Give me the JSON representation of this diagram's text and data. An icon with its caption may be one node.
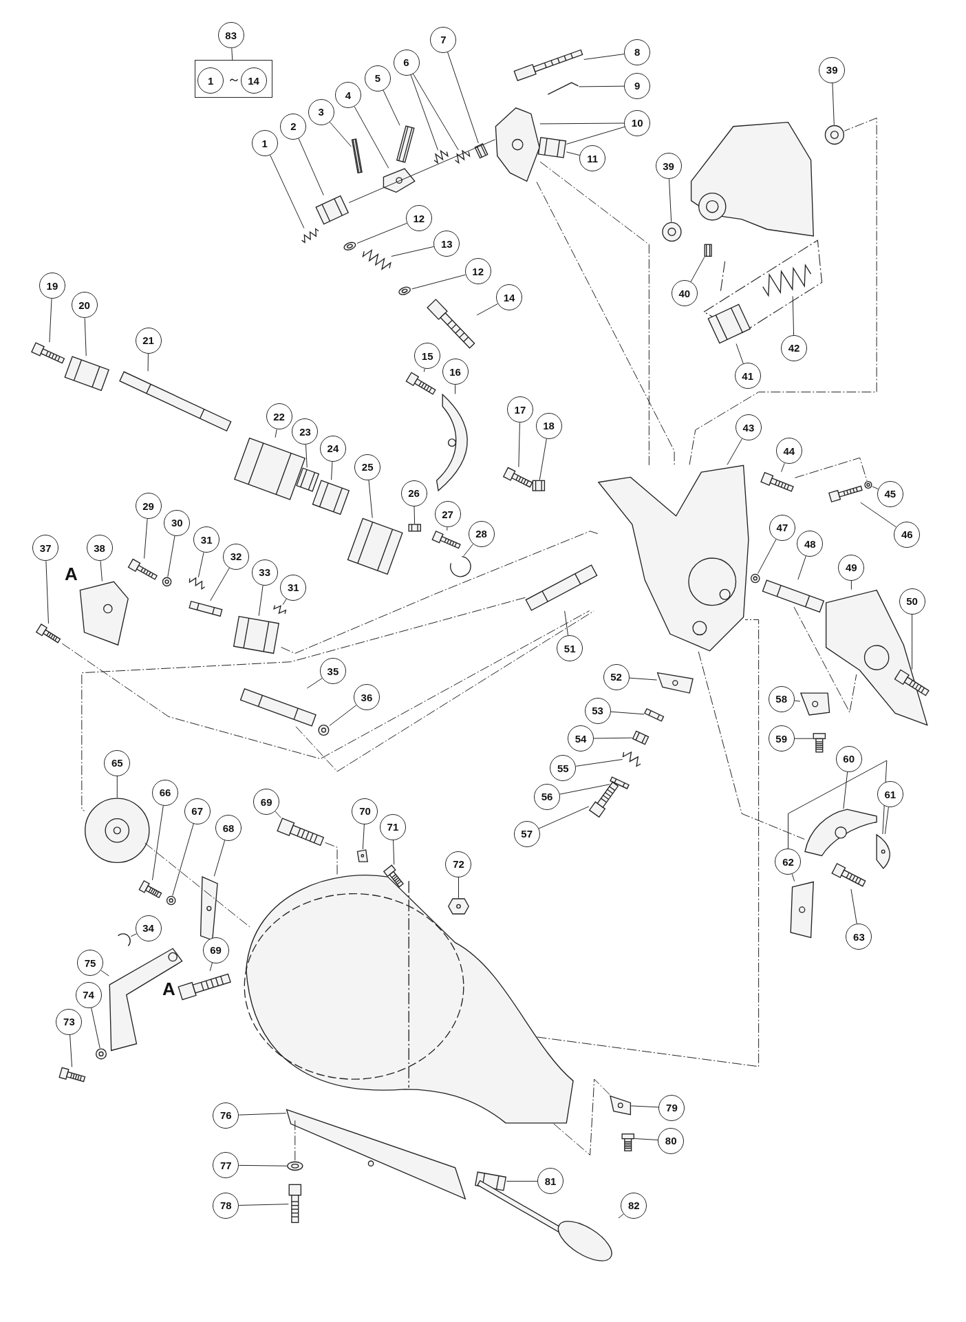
{
  "diagram": {
    "nodes": [
      {
        "text": [
          "83"
        ]
      },
      {
        "text": [
          "～"
        ]
      },
      {
        "text": [
          "1"
        ],
        "in": 1
      },
      {
        "text": [
          "14"
        ],
        "in": 1
      },
      {
        "text": [
          "1"
        ]
      },
      {
        "text": [
          "2"
        ]
      },
      {
        "text": [
          "3"
        ]
      },
      {
        "text": [
          "4"
        ]
      },
      {
        "text": [
          "5"
        ]
      },
      {
        "text": [
          "6"
        ]
      },
      {
        "text": [
          "7"
        ]
      },
      {
        "text": [
          "8"
        ]
      },
      {
        "text": [
          "9"
        ]
      },
      {
        "text": [
          "10"
        ]
      },
      {
        "text": [
          "11"
        ]
      },
      {
        "text": [
          "12"
        ]
      },
      {
        "text": [
          "13"
        ]
      },
      {
        "text": [
          "12"
        ]
      },
      {
        "text": [
          "14"
        ]
      },
      {
        "text": [
          "39"
        ]
      },
      {
        "text": [
          "39"
        ]
      },
      {
        "text": [
          "40"
        ]
      },
      {
        "text": [
          "41"
        ]
      },
      {
        "text": [
          "42"
        ]
      },
      {
        "text": [
          "19"
        ]
      },
      {
        "text": [
          "20"
        ]
      },
      {
        "text": [
          "21"
        ]
      },
      {
        "text": [
          "15"
        ]
      },
      {
        "text": [
          "16"
        ]
      },
      {
        "text": [
          "17"
        ]
      },
      {
        "text": [
          "18"
        ]
      },
      {
        "text": [
          "43"
        ]
      },
      {
        "text": [
          "44"
        ]
      },
      {
        "text": [
          "22"
        ]
      },
      {
        "text": [
          "23"
        ]
      },
      {
        "text": [
          "24"
        ]
      },
      {
        "text": [
          "25"
        ]
      },
      {
        "text": [
          "26"
        ]
      },
      {
        "text": [
          "27"
        ]
      },
      {
        "text": [
          "28"
        ]
      },
      {
        "text": [
          "45"
        ]
      },
      {
        "text": [
          "46"
        ]
      },
      {
        "text": [
          "29"
        ]
      },
      {
        "text": [
          "30"
        ]
      },
      {
        "text": [
          "31"
        ]
      },
      {
        "text": [
          "32"
        ]
      },
      {
        "text": [
          "33"
        ]
      },
      {
        "text": [
          "31"
        ]
      },
      {
        "text": [
          "37"
        ]
      },
      {
        "text": [
          "38"
        ]
      },
      {
        "text": [
          "47"
        ]
      },
      {
        "text": [
          "48"
        ]
      },
      {
        "text": [
          "49"
        ]
      },
      {
        "text": [
          "50"
        ]
      },
      {
        "text": [
          "51"
        ]
      },
      {
        "text": [
          "35"
        ]
      },
      {
        "text": [
          "52"
        ]
      },
      {
        "text": [
          "36"
        ]
      },
      {
        "text": [
          "58"
        ]
      },
      {
        "text": [
          "53"
        ]
      },
      {
        "text": [
          "54"
        ]
      },
      {
        "text": [
          "59"
        ]
      },
      {
        "text": [
          "60"
        ]
      },
      {
        "text": [
          "65"
        ]
      },
      {
        "text": [
          "55"
        ]
      },
      {
        "text": [
          "66"
        ]
      },
      {
        "text": [
          "61"
        ]
      },
      {
        "text": [
          "56"
        ]
      },
      {
        "text": [
          "69"
        ]
      },
      {
        "text": [
          "70"
        ]
      },
      {
        "text": [
          "67"
        ]
      },
      {
        "text": [
          "71"
        ]
      },
      {
        "text": [
          "68"
        ]
      },
      {
        "text": [
          "57"
        ]
      },
      {
        "text": [
          "62"
        ]
      },
      {
        "text": [
          "72"
        ]
      },
      {
        "text": [
          "34"
        ]
      },
      {
        "text": [
          "63"
        ]
      },
      {
        "text": [
          "69"
        ]
      },
      {
        "text": [
          "75"
        ]
      },
      {
        "text": [
          "74"
        ]
      },
      {
        "text": [
          "73"
        ]
      },
      {
        "text": [
          "79"
        ]
      },
      {
        "text": [
          "76"
        ]
      },
      {
        "text": [
          "80"
        ]
      },
      {
        "text": [
          "77"
        ]
      },
      {
        "text": [
          "81"
        ]
      },
      {
        "text": [
          "82"
        ]
      },
      {
        "text": [
          "78"
        ]
      },
      {
        "text": [],
        "shape": "picture"
      },
      {
        "text": [],
        "shape": "picture"
      },
      {
        "text": [],
        "shape": "picture"
      },
      {
        "text": [],
        "shape": "picture"
      },
      {
        "text": [],
        "shape": "picture"
      },
      {
        "text": [],
        "shape": "picture"
      },
      {
        "text": [],
        "shape": "picture"
      },
      {
        "text": [],
        "shape": "picture"
      },
      {
        "text": [],
        "shape": "picture"
      },
      {
        "text": [],
        "shape": "picture"
      },
      {
        "text": [],
        "shape": "picture"
      },
      {
        "text": [],
        "shape": "picture"
      },
      {
        "text": [],
        "shape": "picture"
      },
      {
        "text": [],
        "shape": "picture"
      },
      {
        "text": [],
        "shape": "picture"
      },
      {
        "text": [],
        "shape": "picture"
      },
      {
        "text": [],
        "shape": "picture"
      },
      {
        "text": [],
        "shape": "picture"
      },
      {
        "text": [],
        "shape": "picture"
      },
      {
        "text": [],
        "shape": "picture"
      },
      {
        "text": [],
        "shape": "picture"
      },
      {
        "text": [],
        "shape": "picture"
      },
      {
        "text": [],
        "shape": "picture"
      },
      {
        "text": [],
        "shape": "picture"
      },
      {
        "text": [],
        "shape": "picture"
      },
      {
        "text": [],
        "shape": "picture"
      },
      {
        "text": [],
        "shape": "picture"
      },
      {
        "text": [],
        "shape": "picture"
      },
      {
        "text": [],
        "shape": "picture"
      },
      {
        "text": [],
        "shape": "picture"
      },
      {
        "text": [],
        "shape": "picture"
      },
      {
        "text": [],
        "shape": "picture"
      },
      {
        "text": [],
        "shape": "picture"
      },
      {
        "text": [],
        "shape": "picture"
      },
      {
        "text": [],
        "shape": "picture"
      },
      {
        "text": [],
        "shape": "picture"
      },
      {
        "text": [],
        "shape": "picture"
      },
      {
        "text": [],
        "shape": "picture"
      },
      {
        "text": [],
        "shape": "picture"
      },
      {
        "text": [],
        "shape": "picture"
      },
      {
        "text": [],
        "shape": "picture"
      },
      {
        "text": [],
        "shape": "picture"
      },
      {
        "text": [],
        "shape": "picture"
      },
      {
        "text": [],
        "shape": "picture"
      },
      {
        "text": [],
        "shape": "picture"
      },
      {
        "text": [],
        "shape": "picture"
      },
      {
        "text": [],
        "shape": "picture"
      },
      {
        "text": [],
        "shape": "picture"
      },
      {
        "text": [],
        "shape": "picture"
      },
      {
        "text": [],
        "shape": "picture"
      },
      {
        "text": [],
        "shape": "picture"
      },
      {
        "text": [],
        "shape": "picture"
      },
      {
        "text": [],
        "shape": "picture"
      },
      {
        "text": [],
        "shape": "picture"
      },
      {
        "text": [],
        "shape": "picture"
      },
      {
        "text": [],
        "shape": "picture"
      },
      {
        "text": [],
        "shape": "picture"
      },
      {
        "text": [],
        "shape": "picture"
      },
      {
        "text": [],
        "shape": "picture"
      },
      {
        "text": [],
        "shape": "picture"
      },
      {
        "text": [],
        "shape": "picture"
      },
      {
        "text": [],
        "shape": "picture"
      },
      {
        "text": [],
        "shape": "picture"
      },
      {
        "text": [],
        "shape": "picture"
      },
      {
        "text": [],
        "shape": "picture"
      },
      {
        "text": [],
        "shape": "picture"
      },
      {
        "text": [],
        "shape": "picture"
      },
      {
        "text": [],
        "shape": "picture"
      },
      {
        "text": [],
        "shape": "picture"
      },
      {
        "text": [],
        "shape": "picture"
      },
      {
        "text": [],
        "shape": "picture"
      },
      {
        "text": [],
        "shape": "picture"
      },
      {
        "text": [],
        "shape": "picture"
      },
      {
        "text": [],
        "shape": "picture"
      },
      {
        "text": [],
        "shape": "picture"
      },
      {
        "text": [],
        "shape": "picture"
      },
      {
        "text": [],
        "shape": "picture"
      },
      {
        "text": [],
        "shape": "picture"
      },
      {
        "text": [],
        "shape": "picture"
      },
      {
        "text": [],
        "shape": "picture"
      },
      {
        "text": [],
        "shape": "picture"
      },
      {
        "text": [],
        "shape": "picture"
      },
      {
        "text": [],
        "shape": "picture"
      },
      {
        "text": [],
        "shape": "picture"
      },
      {
        "text": [],
        "shape": "picture"
      },
      {
        "text": [],
        "shape": "picture"
      },
      {
        "text": [],
        "shape": "picture"
      },
      {
        "text": [],
        "shape": "picture"
      }
    ],
    "edges": [
      {
        "from": 0,
        "to": 1,
        "arrow": "none"
      },
      {
        "from": 4,
        "to": 89,
        "arrow": "none"
      },
      {
        "from": 5,
        "to": 90,
        "arrow": "none"
      },
      {
        "from": 6,
        "to": 91,
        "arrow": "none"
      },
      {
        "from": 7,
        "to": 92,
        "arrow": "none"
      },
      {
        "from": 8,
        "to": 93,
        "arrow": "none"
      },
      {
        "from": 9,
        "to": 94,
        "arrow": "none"
      },
      {
        "from": 10,
        "to": 95,
        "arrow": "none"
      },
      {
        "from": 11,
        "to": 96,
        "arrow": "none"
      },
      {
        "from": 12,
        "to": 97,
        "arrow": "none"
      },
      {
        "from": 13,
        "to": 98,
        "arrow": "none"
      },
      {
        "from": 14,
        "to": 99,
        "arrow": "none"
      },
      {
        "from": 15,
        "to": 100,
        "arrow": "none"
      },
      {
        "from": 16,
        "to": 101,
        "arrow": "none"
      },
      {
        "from": 17,
        "to": 102,
        "arrow": "none"
      },
      {
        "from": 18,
        "to": 103,
        "arrow": "none"
      },
      {
        "from": 19,
        "to": 104,
        "arrow": "none"
      },
      {
        "from": 20,
        "to": 105,
        "arrow": "none"
      },
      {
        "from": 21,
        "to": 106,
        "arrow": "none"
      },
      {
        "from": 22,
        "to": 107,
        "arrow": "none"
      },
      {
        "from": 23,
        "to": 108,
        "arrow": "none"
      },
      {
        "from": 24,
        "to": 109,
        "arrow": "none"
      },
      {
        "from": 25,
        "to": 110,
        "arrow": "none"
      },
      {
        "from": 26,
        "to": 111,
        "arrow": "none"
      },
      {
        "from": 27,
        "to": 112,
        "arrow": "none"
      },
      {
        "from": 28,
        "to": 113,
        "arrow": "none"
      },
      {
        "from": 29,
        "to": 114,
        "arrow": "none"
      },
      {
        "from": 30,
        "to": 115,
        "arrow": "none"
      },
      {
        "from": 31,
        "to": 116,
        "arrow": "none"
      },
      {
        "from": 32,
        "to": 117,
        "arrow": "none"
      },
      {
        "from": 33,
        "to": 118,
        "arrow": "none"
      },
      {
        "from": 34,
        "to": 119,
        "arrow": "none"
      },
      {
        "from": 35,
        "to": 120,
        "arrow": "none"
      },
      {
        "from": 36,
        "to": 121,
        "arrow": "none"
      },
      {
        "from": 37,
        "to": 122,
        "arrow": "none"
      },
      {
        "from": 38,
        "to": 123,
        "arrow": "none"
      },
      {
        "from": 39,
        "to": 124,
        "arrow": "none"
      },
      {
        "from": 40,
        "to": 125,
        "arrow": "none"
      },
      {
        "from": 41,
        "to": 126,
        "arrow": "none"
      },
      {
        "from": 42,
        "to": 127,
        "arrow": "none"
      },
      {
        "from": 43,
        "to": 128,
        "arrow": "none"
      },
      {
        "from": 44,
        "to": 129,
        "arrow": "none"
      },
      {
        "from": 45,
        "to": 130,
        "arrow": "none"
      },
      {
        "from": 46,
        "to": 131,
        "arrow": "none"
      },
      {
        "from": 47,
        "to": 132,
        "arrow": "none"
      },
      {
        "from": 48,
        "to": 133,
        "arrow": "none"
      },
      {
        "from": 49,
        "to": 134,
        "arrow": "none"
      },
      {
        "from": 50,
        "to": 135,
        "arrow": "none"
      },
      {
        "from": 51,
        "to": 136,
        "arrow": "none"
      },
      {
        "from": 52,
        "to": 137,
        "arrow": "none"
      },
      {
        "from": 53,
        "to": 138,
        "arrow": "none"
      },
      {
        "from": 54,
        "to": 139,
        "arrow": "none"
      },
      {
        "from": 55,
        "to": 140,
        "arrow": "none"
      },
      {
        "from": 56,
        "to": 141,
        "arrow": "none"
      },
      {
        "from": 57,
        "to": 142,
        "arrow": "none"
      },
      {
        "from": 58,
        "to": 143,
        "arrow": "none"
      },
      {
        "from": 59,
        "to": 144,
        "arrow": "none"
      },
      {
        "from": 60,
        "to": 145,
        "arrow": "none"
      },
      {
        "from": 61,
        "to": 146,
        "arrow": "none"
      },
      {
        "from": 62,
        "to": 147,
        "arrow": "none"
      },
      {
        "from": 63,
        "to": 148,
        "arrow": "none"
      },
      {
        "from": 64,
        "to": 149,
        "arrow": "none"
      },
      {
        "from": 65,
        "to": 150,
        "arrow": "none"
      },
      {
        "from": 66,
        "to": 151,
        "arrow": "none"
      },
      {
        "from": 67,
        "to": 152,
        "arrow": "none"
      },
      {
        "from": 68,
        "to": 153,
        "arrow": "none"
      },
      {
        "from": 69,
        "to": 154,
        "arrow": "none"
      },
      {
        "from": 70,
        "to": 155,
        "arrow": "none"
      },
      {
        "from": 71,
        "to": 156,
        "arrow": "none"
      },
      {
        "from": 72,
        "to": 157,
        "arrow": "none"
      },
      {
        "from": 73,
        "to": 158,
        "arrow": "none"
      },
      {
        "from": 74,
        "to": 159,
        "arrow": "none"
      },
      {
        "from": 75,
        "to": 160,
        "arrow": "none"
      },
      {
        "from": 76,
        "to": 161,
        "arrow": "none"
      },
      {
        "from": 77,
        "to": 162,
        "arrow": "none"
      },
      {
        "from": 78,
        "to": 163,
        "arrow": "none"
      },
      {
        "from": 79,
        "to": 164,
        "arrow": "none"
      },
      {
        "from": 80,
        "to": 165,
        "arrow": "none"
      },
      {
        "from": 81,
        "to": 166,
        "arrow": "none"
      },
      {
        "from": 82,
        "to": 167,
        "arrow": "none"
      },
      {
        "from": 83,
        "to": 168,
        "arrow": "none"
      },
      {
        "from": 84,
        "to": 169,
        "arrow": "none"
      },
      {
        "from": 85,
        "to": 170,
        "arrow": "none"
      },
      {
        "from": 86,
        "to": 171,
        "arrow": "none"
      },
      {
        "from": 87,
        "to": 172,
        "arrow": "none"
      },
      {
        "from": 88,
        "to": 173,
        "arrow": "none"
      },
      {
        "from": 9,
        "to": 174,
        "arrow": "none"
      },
      {
        "from": 13,
        "to": 99,
        "arrow": "none"
      },
      {
        "from": 90,
        "to": 98,
        "arrow": "none"
      },
      {
        "from": 98,
        "to": 116,
        "arrow": "none",
        "style": "dashed"
      },
      {
        "from": 98,
        "to": 116,
        "arrow": "none",
        "style": "dashed"
      },
      {
        "from": 116,
        "to": 131,
        "arrow": "none",
        "style": "dashed"
      },
      {
        "from": 140,
        "to": 139,
        "arrow": "none",
        "style": "dashed"
      },
      {
        "from": 139,
        "to": 148,
        "arrow": "none",
        "style": "dashed"
      },
      {
        "from": 133,
        "to": 139,
        "arrow": "none",
        "style": "dashed"
      },
      {
        "from": 116,
        "to": 104,
        "arrow": "none",
        "style": "dashed"
      },
      {
        "from": 117,
        "to": 125,
        "arrow": "none",
        "style": "dashed"
      },
      {
        "from": 116,
        "to": 147,
        "arrow": "none",
        "style": "dashed"
      },
      {
        "from": 148,
        "to": 175,
        "arrow": "none",
        "style": "dashed"
      },
      {
        "from": 153,
        "to": 175,
        "arrow": "none",
        "style": "dashed"
      },
      {
        "from": 175,
        "to": 167,
        "arrow": "none",
        "style": "dashed"
      },
      {
        "from": 168,
        "to": 170,
        "arrow": "none",
        "style": "dashed"
      },
      {
        "from": 136,
        "to": 137,
        "arrow": "none",
        "style": "dashed"
      },
      {
        "from": 74,
        "to": 151,
        "arrow": "none"
      },
      {
        "from": 175,
        "to": 116,
        "arrow": "none",
        "style": "dashed"
      }
    ],
    "labels": [
      "A",
      "A"
    ]
  }
}
